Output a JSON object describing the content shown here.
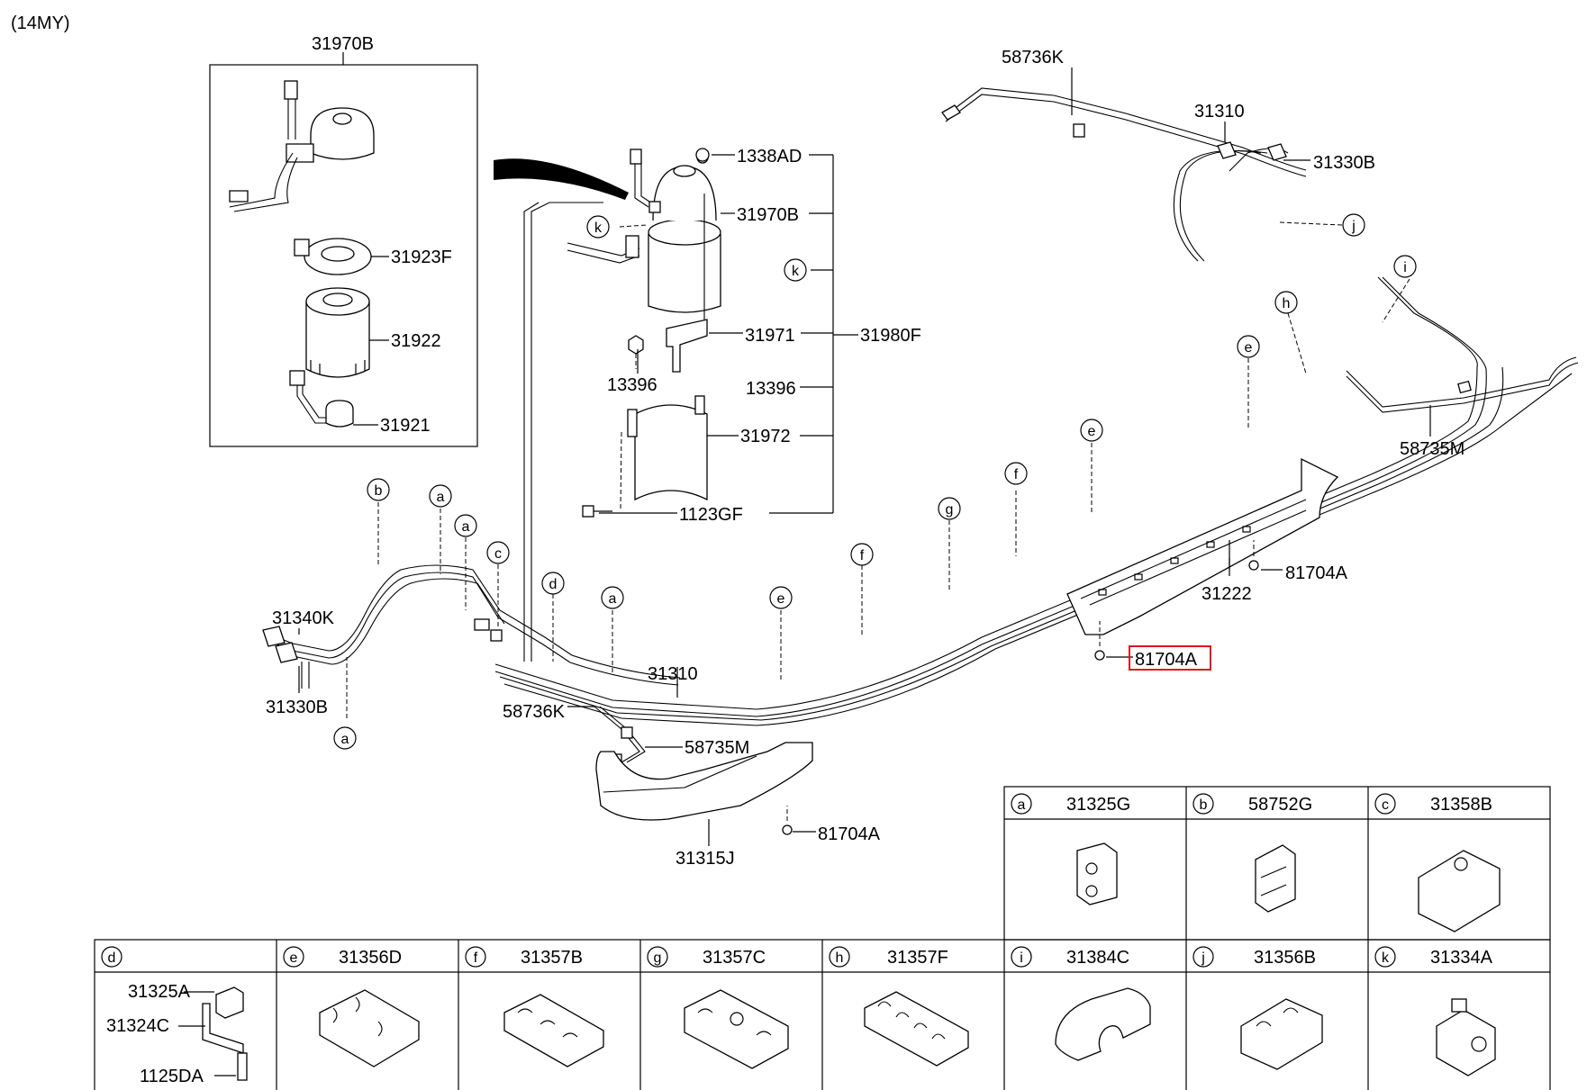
{
  "model_year": "(14MY)",
  "main_labels": [
    {
      "id": "l1",
      "text": "31970B"
    },
    {
      "id": "l2",
      "text": "31923F"
    },
    {
      "id": "l3",
      "text": "31922"
    },
    {
      "id": "l4",
      "text": "31921"
    },
    {
      "id": "l5",
      "text": "1338AD"
    },
    {
      "id": "l6",
      "text": "31970B"
    },
    {
      "id": "l7",
      "text": "31971"
    },
    {
      "id": "l8",
      "text": "31980F"
    },
    {
      "id": "l9",
      "text": "13396"
    },
    {
      "id": "l10",
      "text": "13396"
    },
    {
      "id": "l11",
      "text": "31972"
    },
    {
      "id": "l12",
      "text": "1123GF"
    },
    {
      "id": "l13",
      "text": "58736K"
    },
    {
      "id": "l14",
      "text": "31310"
    },
    {
      "id": "l15",
      "text": "31330B"
    },
    {
      "id": "l16",
      "text": "58735M"
    },
    {
      "id": "l17",
      "text": "31222"
    },
    {
      "id": "l18",
      "text": "81704A"
    },
    {
      "id": "l19",
      "text": "81704A"
    },
    {
      "id": "l20",
      "text": "31340K"
    },
    {
      "id": "l21",
      "text": "31330B"
    },
    {
      "id": "l22",
      "text": "31310"
    },
    {
      "id": "l23",
      "text": "58736K"
    },
    {
      "id": "l24",
      "text": "58735M"
    },
    {
      "id": "l25",
      "text": "81704A"
    },
    {
      "id": "l26",
      "text": "31315J"
    }
  ],
  "callouts": [
    {
      "id": "c1",
      "letter": "k"
    },
    {
      "id": "c2",
      "letter": "k"
    },
    {
      "id": "c3",
      "letter": "j"
    },
    {
      "id": "c4",
      "letter": "i"
    },
    {
      "id": "c5",
      "letter": "h"
    },
    {
      "id": "c6",
      "letter": "e"
    },
    {
      "id": "c7",
      "letter": "e"
    },
    {
      "id": "c8",
      "letter": "f"
    },
    {
      "id": "c9",
      "letter": "g"
    },
    {
      "id": "c10",
      "letter": "f"
    },
    {
      "id": "c11",
      "letter": "e"
    },
    {
      "id": "c12",
      "letter": "a"
    },
    {
      "id": "c13",
      "letter": "d"
    },
    {
      "id": "c14",
      "letter": "c"
    },
    {
      "id": "c15",
      "letter": "a"
    },
    {
      "id": "c16",
      "letter": "a"
    },
    {
      "id": "c17",
      "letter": "b"
    },
    {
      "id": "c18",
      "letter": "a"
    }
  ],
  "legend_top": [
    {
      "letter": "a",
      "part": "31325G"
    },
    {
      "letter": "b",
      "part": "58752G"
    },
    {
      "letter": "c",
      "part": "31358B"
    }
  ],
  "legend_bottom": [
    {
      "letter": "d",
      "part": "",
      "sub": [
        {
          "text": "31325A"
        },
        {
          "text": "31324C"
        },
        {
          "text": "1125DA"
        }
      ]
    },
    {
      "letter": "e",
      "part": "31356D"
    },
    {
      "letter": "f",
      "part": "31357B"
    },
    {
      "letter": "g",
      "part": "31357C"
    },
    {
      "letter": "h",
      "part": "31357F"
    },
    {
      "letter": "i",
      "part": "31384C"
    },
    {
      "letter": "j",
      "part": "31356B"
    },
    {
      "letter": "k",
      "part": "31334A"
    }
  ],
  "colors": {
    "line": "#000000",
    "highlight": "#e0141e",
    "background": "#ffffff"
  },
  "highlighted_part": "81704A"
}
